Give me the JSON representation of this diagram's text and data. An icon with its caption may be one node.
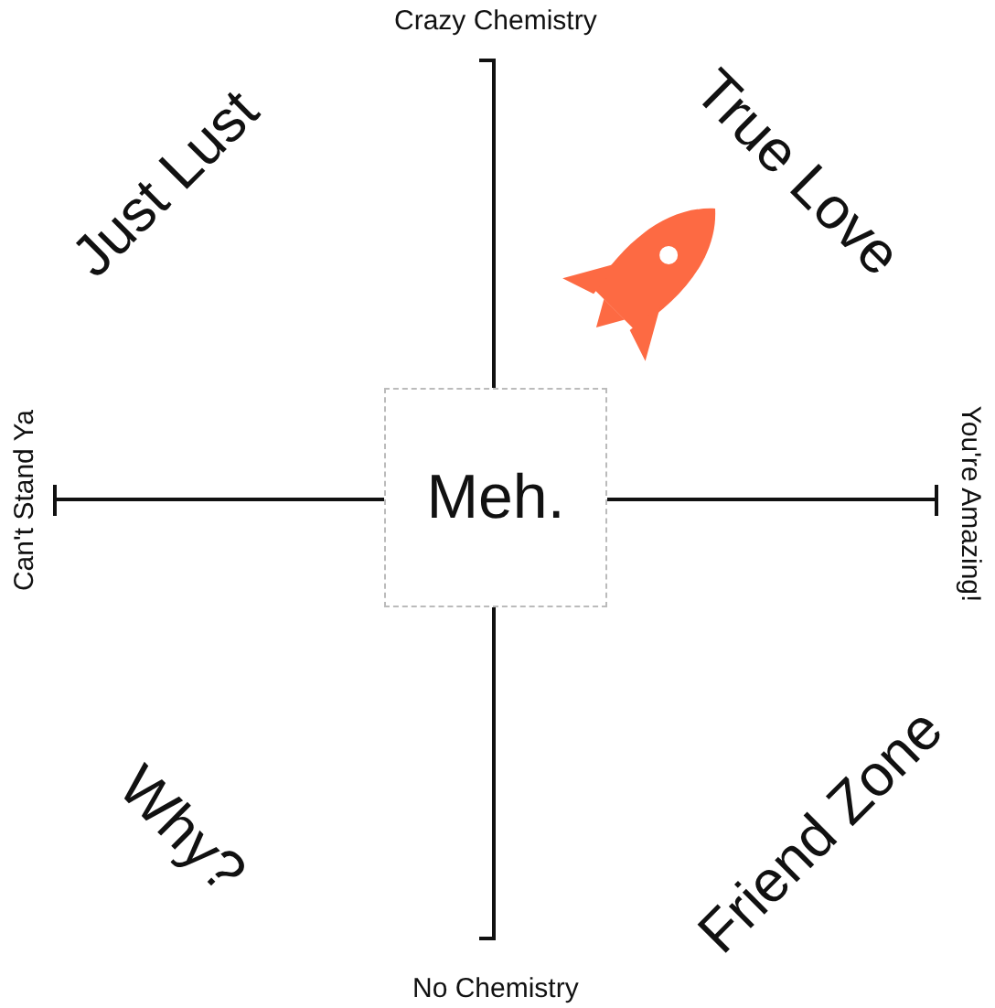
{
  "diagram": {
    "nodes": [
      {
        "text": [
          "Meh."
        ]
      }
    ],
    "labels": [
      "Crazy Chemistry",
      "Just Lust",
      "True Love",
      "Can't Stand Ya",
      "You're Amazing!",
      "Why?",
      "Friend Zone",
      "No Chemistry"
    ]
  }
}
